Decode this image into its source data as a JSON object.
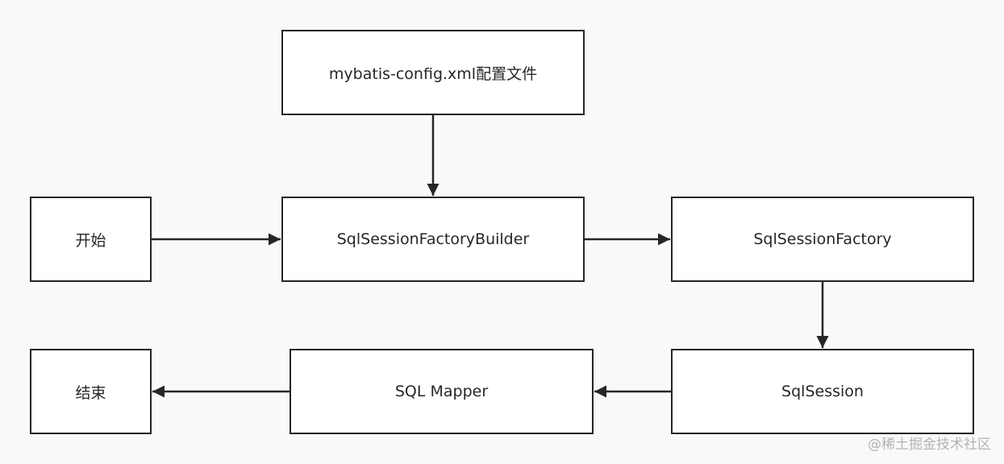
{
  "nodes": {
    "config": "mybatis-config.xml配置文件",
    "start": "开始",
    "builder": "SqlSessionFactoryBuilder",
    "factory": "SqlSessionFactory",
    "session": "SqlSession",
    "mapper": "SQL Mapper",
    "end": "结束"
  },
  "edges": [
    {
      "from": "config",
      "to": "builder"
    },
    {
      "from": "start",
      "to": "builder"
    },
    {
      "from": "builder",
      "to": "factory"
    },
    {
      "from": "factory",
      "to": "session"
    },
    {
      "from": "session",
      "to": "mapper"
    },
    {
      "from": "mapper",
      "to": "end"
    }
  ],
  "watermark": "@稀土掘金技术社区",
  "colors": {
    "background": "#f9f9f9",
    "stroke": "#262626",
    "box_fill": "#ffffff"
  }
}
